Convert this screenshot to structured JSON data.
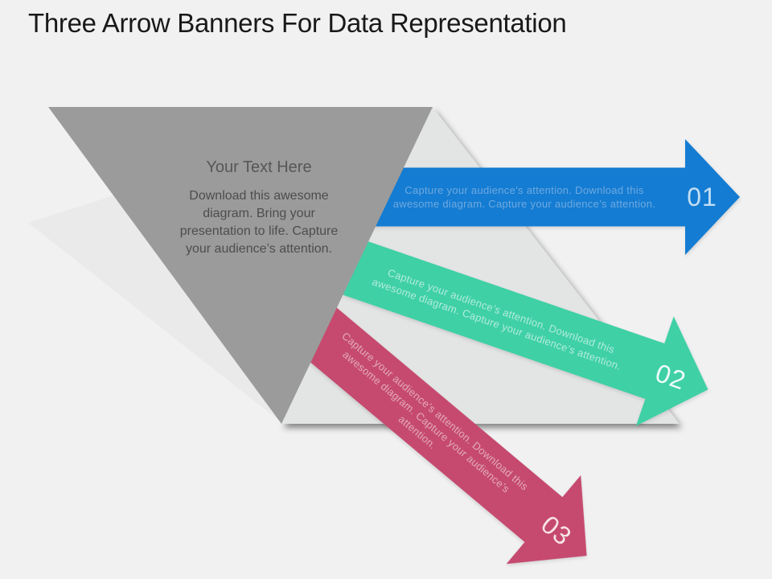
{
  "slide": {
    "title": "Three Arrow Banners For Data Representation",
    "title_color": "#191919",
    "background": "#f1f1f2"
  },
  "triangle": {
    "fill": "#9b9b9b",
    "shadow_wedge_fill": "#eaeaea",
    "panel_fill": "#e3e4e4",
    "heading": "Your Text Here",
    "heading_color": "#575757",
    "body": "Download this awesome diagram. Bring your presentation to life. Capture your audience’s attention.",
    "body_color": "#4d4d4d"
  },
  "banners": [
    {
      "number": "01",
      "text": "Capture your audience’s attention. Download this awesome diagram. Capture your audience’s attention.",
      "fill": "#147cd2",
      "text_color": "#6fa9e0",
      "number_color": "#c3def5"
    },
    {
      "number": "02",
      "text": "Capture your audience’s attention. Download this awesome diagram. Capture your audience’s attention.",
      "fill": "#3fd0a6",
      "text_color": "#b2ecdc",
      "number_color": "#effcf8"
    },
    {
      "number": "03",
      "text": "Capture your audience’s attention. Download this awesome diagram. Capture your audience’s attention.",
      "fill": "#c64a6f",
      "text_color": "#e2abbe",
      "number_color": "#f7e3ea"
    }
  ]
}
